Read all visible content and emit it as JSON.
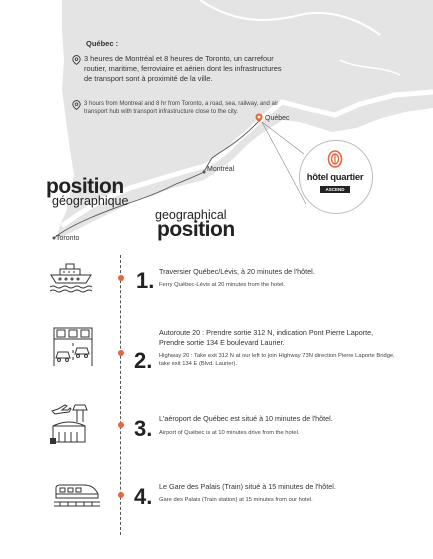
{
  "intro": {
    "title": "Québec :",
    "fr": "3 heures de Montréal et 8 heures de Toronto, un carrefour routier, maritime, ferroviaire et aérien dont les infrastructures de transport sont à proximité de la ville.",
    "en": "3 hours from Montreal and 8 hr from Toronto, a road, sea, railway, and air transport hub with transport infrastructure close to the city."
  },
  "map": {
    "cities": {
      "quebec": "Québec",
      "montreal": "Montréal",
      "toronto": "Toronto"
    },
    "accent_color": "#e8643a",
    "land_color": "#e4e4e4"
  },
  "heading": {
    "fr_big": "position",
    "fr_small": "géographique",
    "en_small": "geographical",
    "en_big": "position"
  },
  "logo": {
    "name": "hôtel quartier",
    "badge": "ASCEND"
  },
  "steps": [
    {
      "number": "1.",
      "icon": "ferry-icon",
      "fr": "Traversier Québec/Lévis, à 20 minutes de l'hôtel.",
      "en": "Ferry Québec-Lévis at 20 minutes from the hotel."
    },
    {
      "number": "2.",
      "icon": "highway-icon",
      "fr": "Autoroute 20 : Prendre sortie 312 N, indication Pont Pierre Laporte, Prendre sortie 134 E boulevard Laurier.",
      "en": "Highway 20 : Take exit 312 N at our left to join Highway 73N direction Pierre Laporte Bridge, take exit 134 E (Blvd. Laurier)."
    },
    {
      "number": "3.",
      "icon": "airport-icon",
      "fr": "L'aéroport de Québec est situé à 10 minutes de l'hôtel.",
      "en": "Airport of Québec is at 10 minutes drive from the hotel."
    },
    {
      "number": "4.",
      "icon": "train-icon",
      "fr": "Le Gare des Palais (Train) situé à 15 minutes de l'hôtel.",
      "en": "Gare des Palais (Train station) at 15 minutes from our hotel."
    }
  ]
}
